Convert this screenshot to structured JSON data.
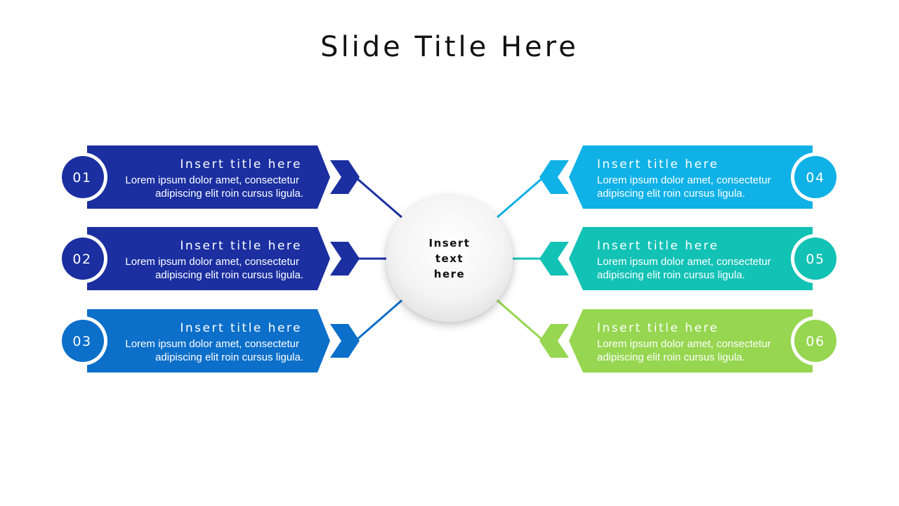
{
  "slide": {
    "title": "Slide Title Here"
  },
  "center": {
    "lines": [
      "Insert",
      "text",
      "here"
    ]
  },
  "items": [
    {
      "number": "01",
      "title": "Insert title here",
      "desc": [
        "Lorem ipsum dolor amet, consectetur",
        "adipiscing elit roin cursus ligula."
      ],
      "color": "#1B2FA0",
      "side": "left"
    },
    {
      "number": "02",
      "title": "Insert title here",
      "desc": [
        "Lorem ipsum dolor amet, consectetur",
        "adipiscing elit roin cursus ligula."
      ],
      "color": "#1B2FA0",
      "side": "left"
    },
    {
      "number": "03",
      "title": "Insert title here",
      "desc": [
        "Lorem ipsum dolor amet, consectetur",
        "adipiscing elit roin cursus ligula."
      ],
      "color": "#0C6FC9",
      "side": "left"
    },
    {
      "number": "04",
      "title": "Insert title here",
      "desc": [
        "Lorem ipsum dolor amet, consectetur",
        "adipiscing elit roin cursus ligula."
      ],
      "color": "#0FB1E6",
      "side": "right"
    },
    {
      "number": "05",
      "title": "Insert title here",
      "desc": [
        "Lorem ipsum dolor amet, consectetur",
        "adipiscing elit roin cursus ligula."
      ],
      "color": "#12C2B5",
      "side": "right"
    },
    {
      "number": "06",
      "title": "Insert title here",
      "desc": [
        "Lorem ipsum dolor amet, consectetur",
        "adipiscing elit roin cursus ligula."
      ],
      "color": "#96D650",
      "side": "right"
    }
  ]
}
